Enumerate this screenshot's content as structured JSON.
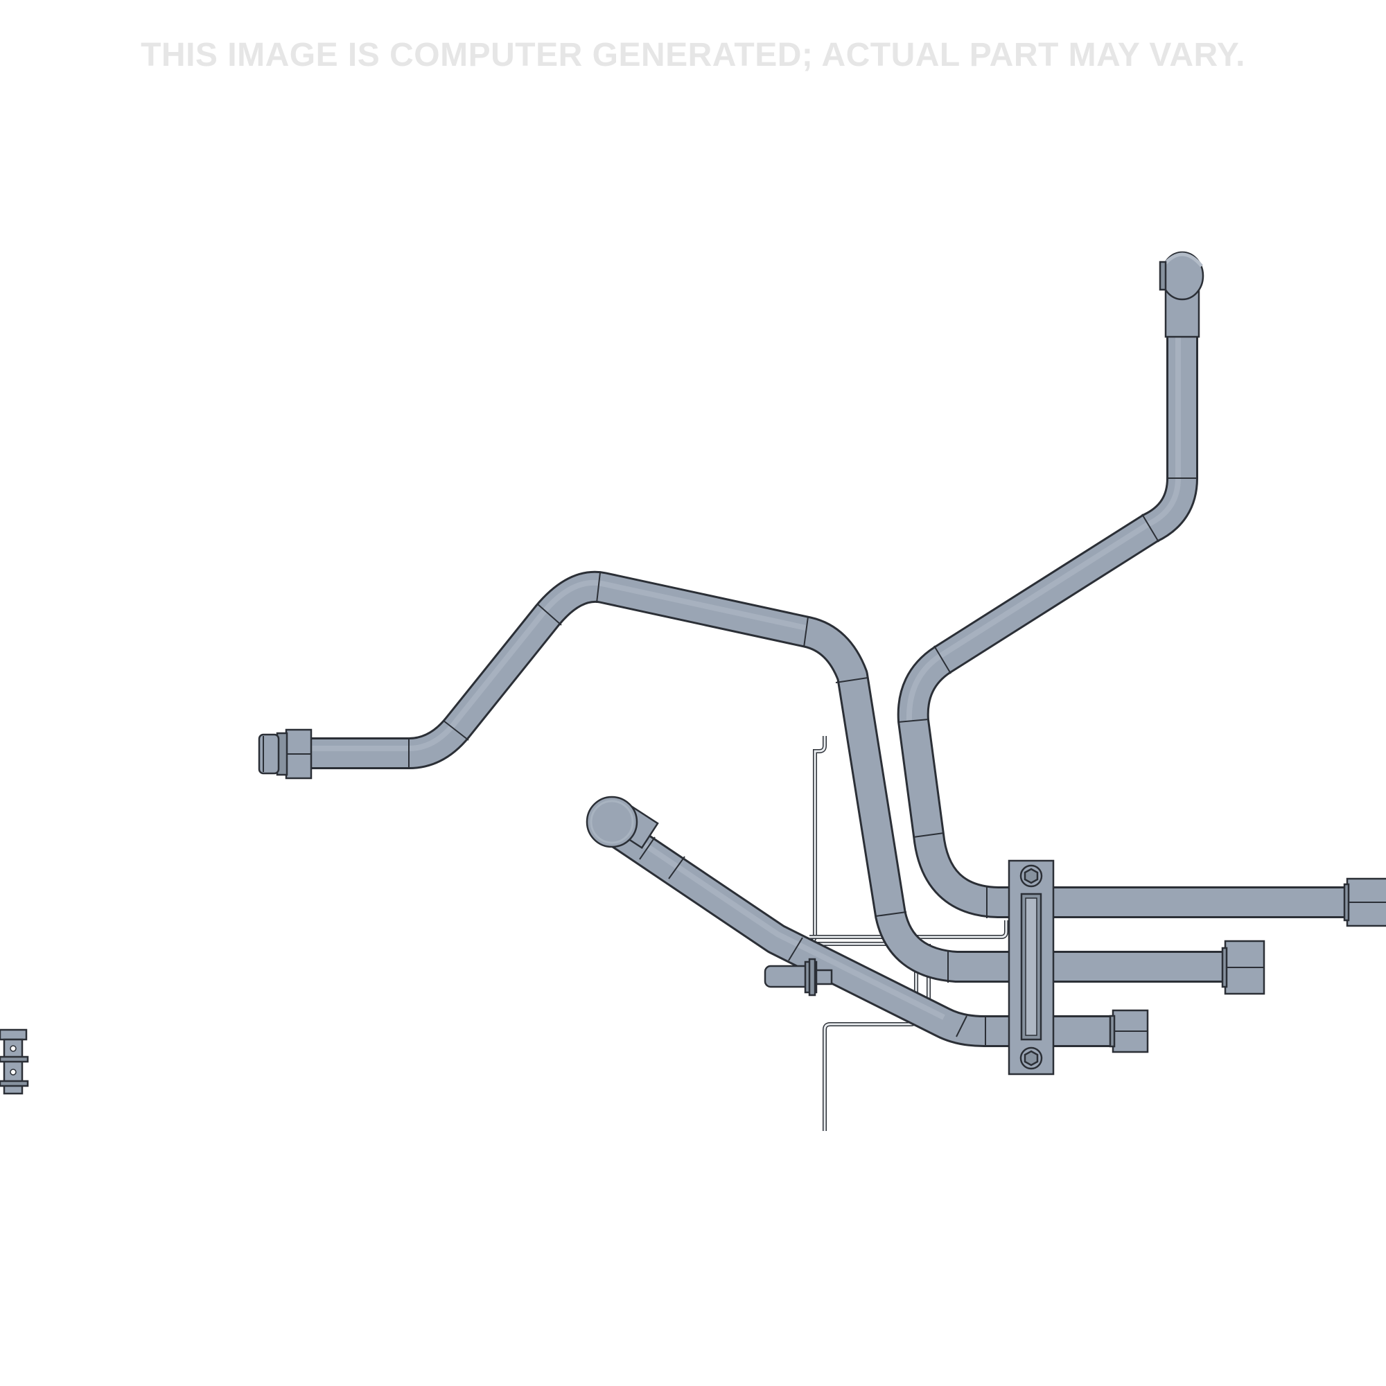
{
  "disclaimer": "THIS IMAGE IS COMPUTER GENERATED; ACTUAL PART MAY VARY.",
  "colors": {
    "tube_fill": "#9aa5b4",
    "outline": "#2b2f36",
    "disclaimer_text": "#e6e6e6",
    "background": "#ffffff"
  },
  "assembly": {
    "item": "tube-assembly-render",
    "parts": [
      "left-tube-with-fitting",
      "upper-right-tube-with-banjo-end",
      "lower-tube-with-round-end",
      "clamp-block",
      "mounting-bracket",
      "bolt",
      "loose-stud-fastener"
    ]
  }
}
